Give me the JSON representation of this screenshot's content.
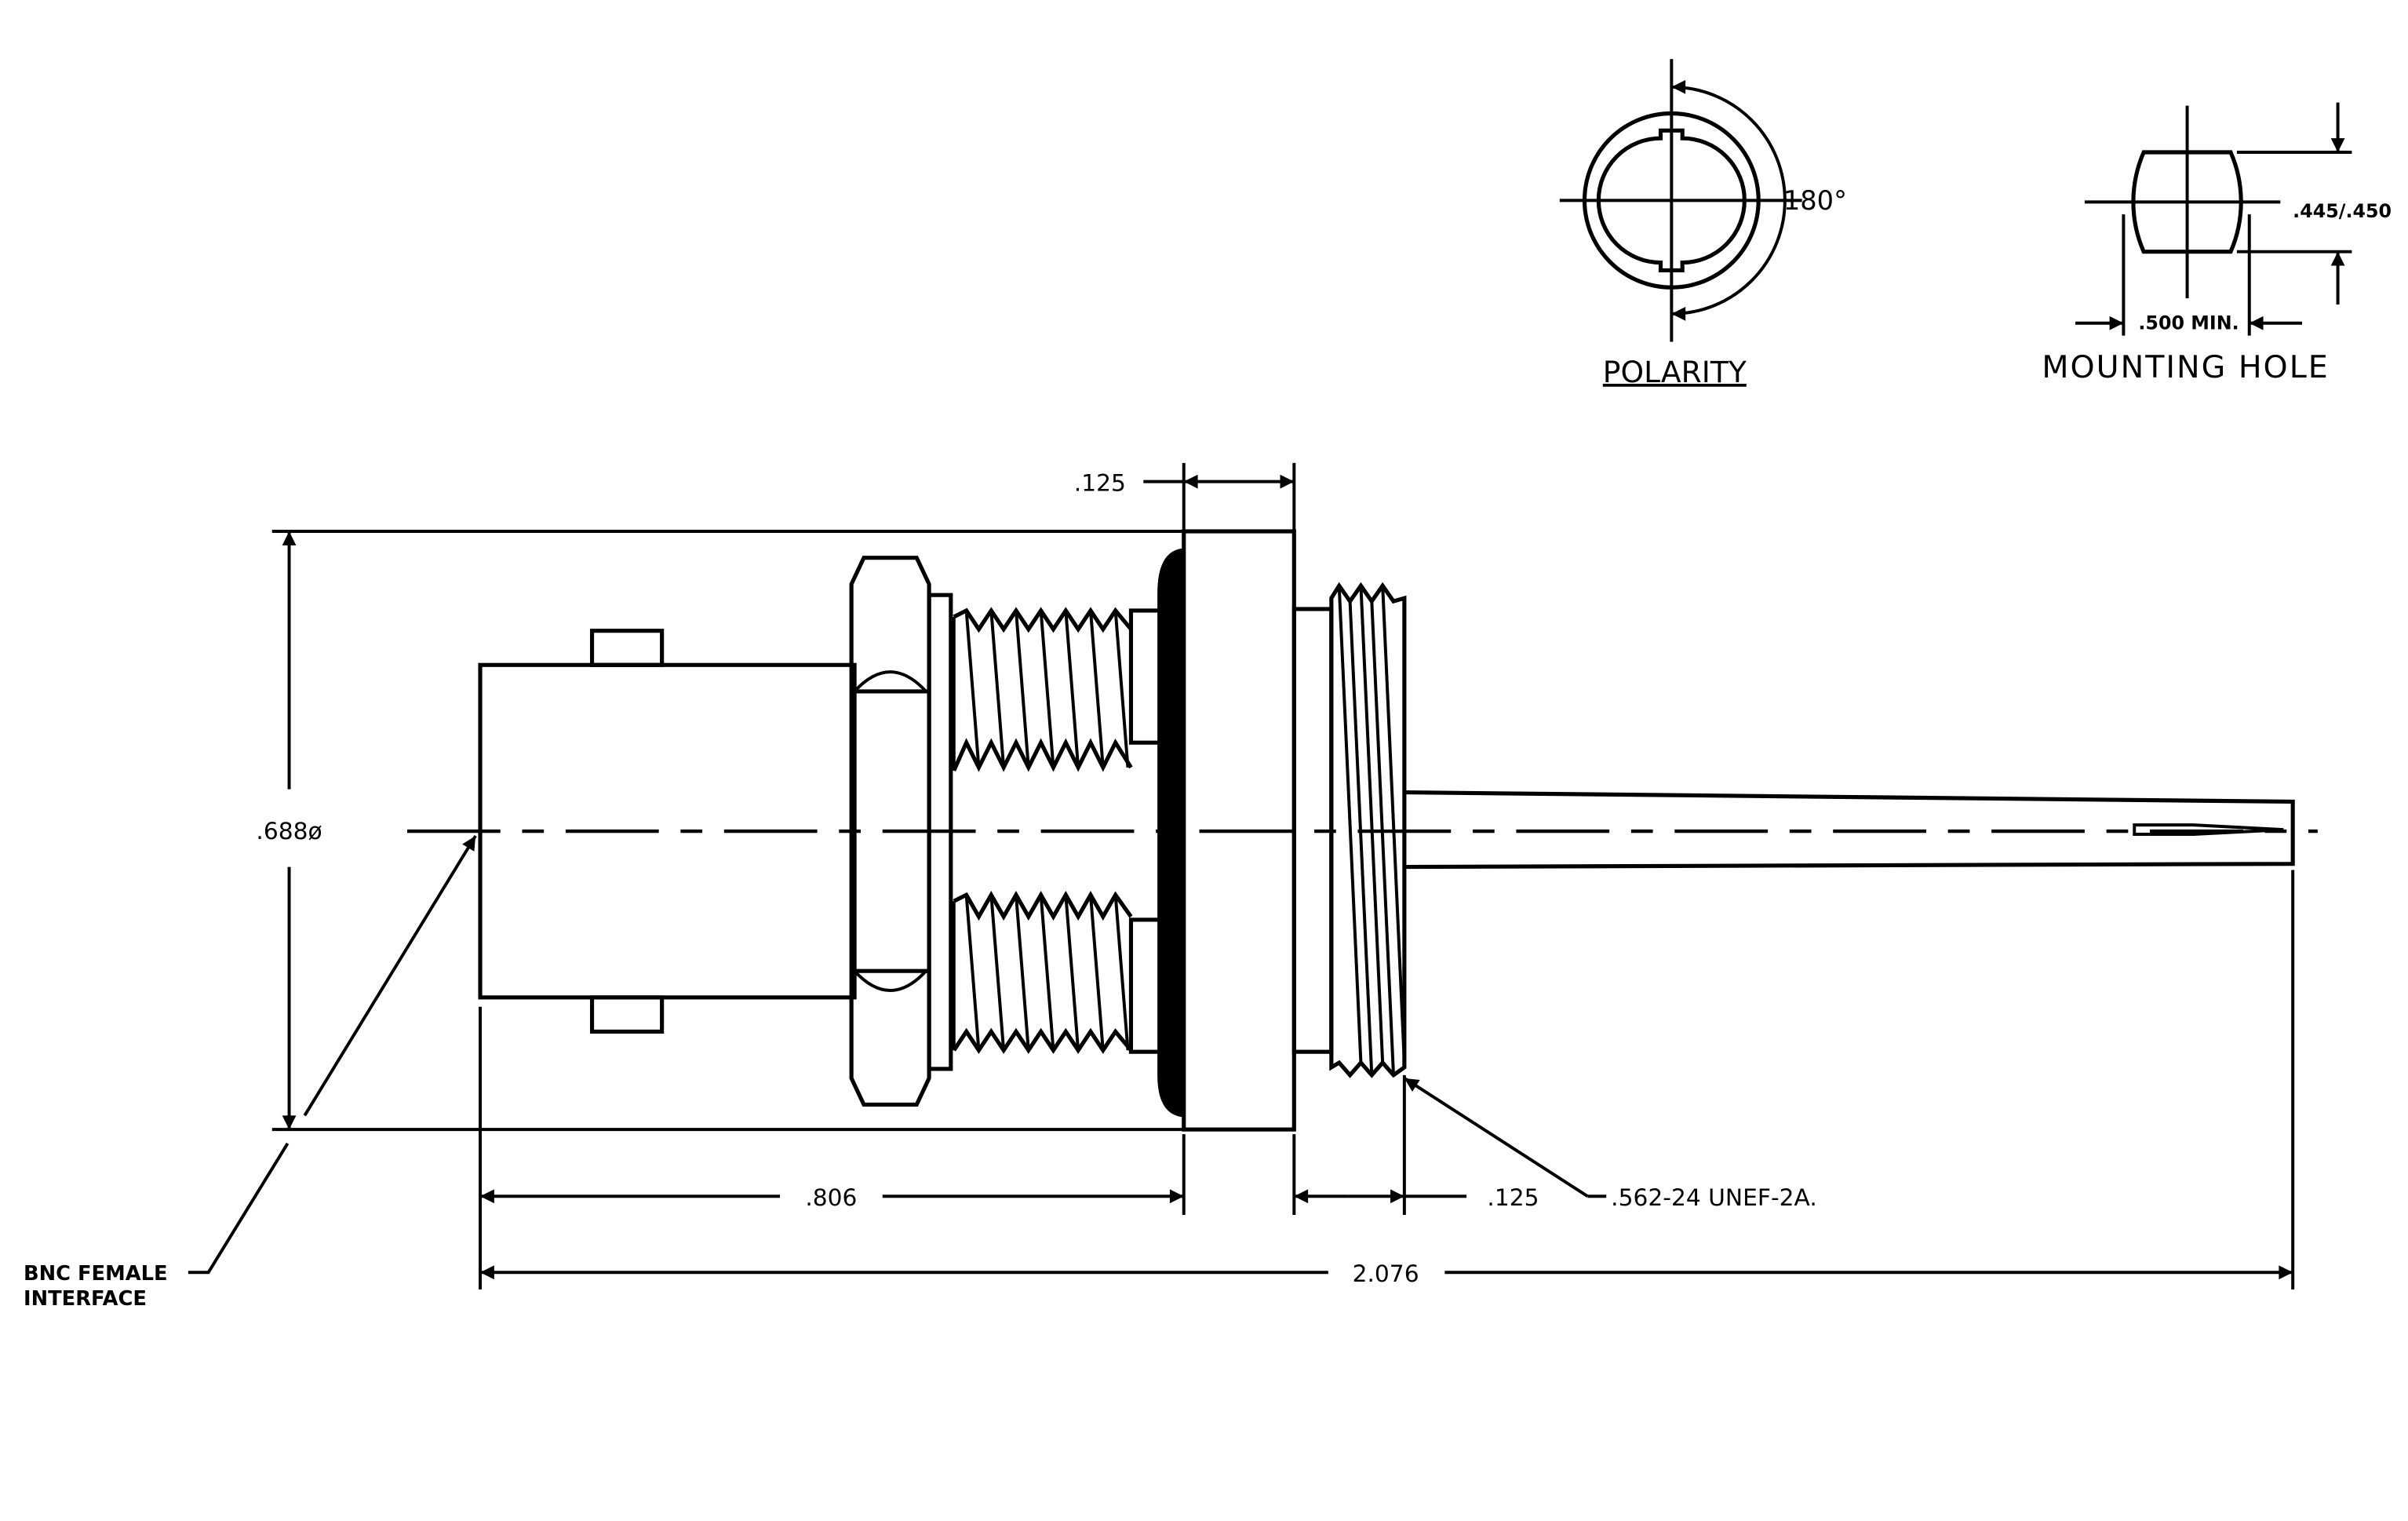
{
  "polarity": {
    "label": "POLARITY",
    "angle": "180°"
  },
  "mounting_hole": {
    "label": "MOUNTING HOLE",
    "flat_dim": ".445/.450",
    "width_dim": ".500 MIN."
  },
  "dimensions": {
    "flange_thickness": ".125",
    "diameter": ".688ø",
    "interface_length": ".806",
    "thread_length": ".125",
    "thread_spec": ".562-24 UNEF-2A.",
    "overall_length": "2.076"
  },
  "callouts": {
    "interface_line1": "BNC FEMALE",
    "interface_line2": "INTERFACE"
  },
  "colors": {
    "ink": "#000000",
    "paper": "#ffffff"
  }
}
